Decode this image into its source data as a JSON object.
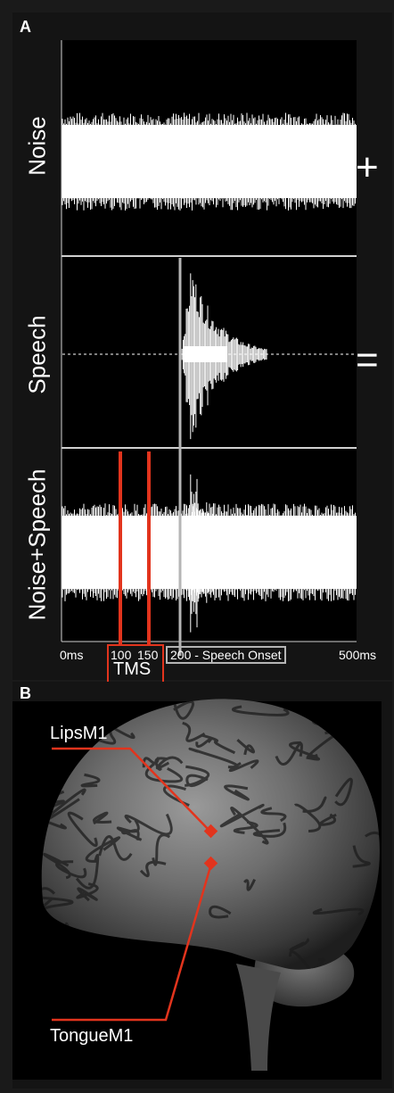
{
  "panel_a": {
    "letter": "A",
    "rows": {
      "noise": "Noise",
      "speech": "Speech",
      "mix": "Noise+Speech"
    },
    "operators": {
      "plus": "+",
      "equals": "="
    },
    "axis": {
      "start": "0ms",
      "end": "500ms"
    },
    "tms": {
      "t1": "100",
      "t2": "150",
      "label": "TMS"
    },
    "onset": "200 - Speech Onset"
  },
  "panel_b": {
    "letter": "B",
    "labels": {
      "lips": "LipsM1",
      "tongue": "TongueM1"
    }
  },
  "colors": {
    "tms_red": "#e2341d",
    "onset_grey": "#b5b5b5",
    "wave": "#ffffff"
  }
}
